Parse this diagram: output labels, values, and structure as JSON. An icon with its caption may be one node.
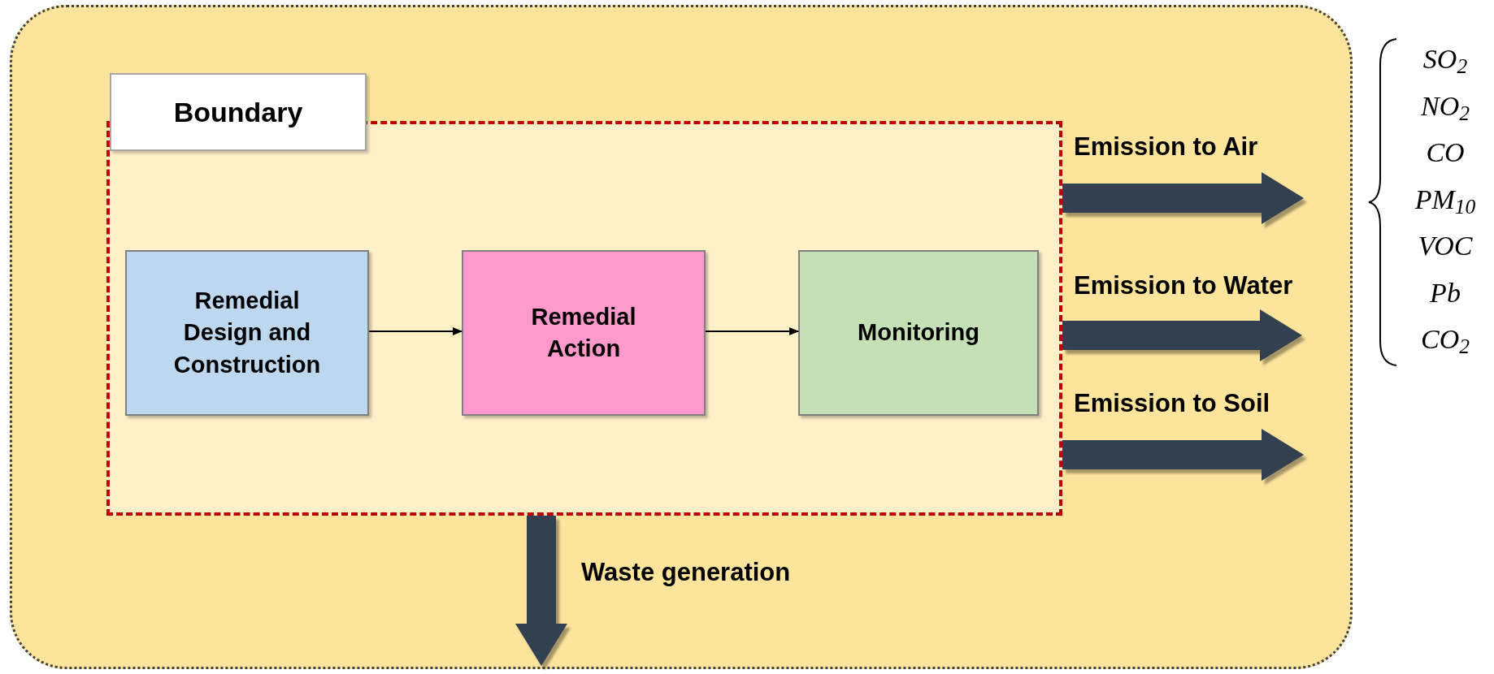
{
  "diagram": {
    "nodes": [
      {
        "text": [],
        "shape": "box"
      },
      {
        "text": [
          "Boundary"
        ],
        "in": 0
      },
      {
        "text": [
          "Remedial Design and Construction"
        ],
        "in": 1
      },
      {
        "text": [
          "Remedial Action"
        ],
        "in": 1
      },
      {
        "text": [
          "Monitoring"
        ],
        "in": 1
      }
    ],
    "edges": [
      {
        "from": 2,
        "to": 3,
        "arrow": "to",
        "color": "#000000"
      },
      {
        "from": 3,
        "to": 4,
        "arrow": "to",
        "color": "#000000"
      },
      {
        "from": 1,
        "to": null,
        "arrow": "to",
        "label": "Emission to Air"
      },
      {
        "from": 1,
        "to": null,
        "arrow": "to",
        "label": "Emission to Water"
      },
      {
        "from": 1,
        "to": null,
        "arrow": "to",
        "label": "Emission to Soil"
      },
      {
        "from": 1,
        "to": null,
        "arrow": "to",
        "label": "Waste generation"
      }
    ],
    "labels": [
      "SO$_{2}$",
      "NO$_{2}$",
      "CO",
      "PM$_{10}$",
      "VOC",
      "Pb",
      "CO$_{2}$"
    ]
  }
}
